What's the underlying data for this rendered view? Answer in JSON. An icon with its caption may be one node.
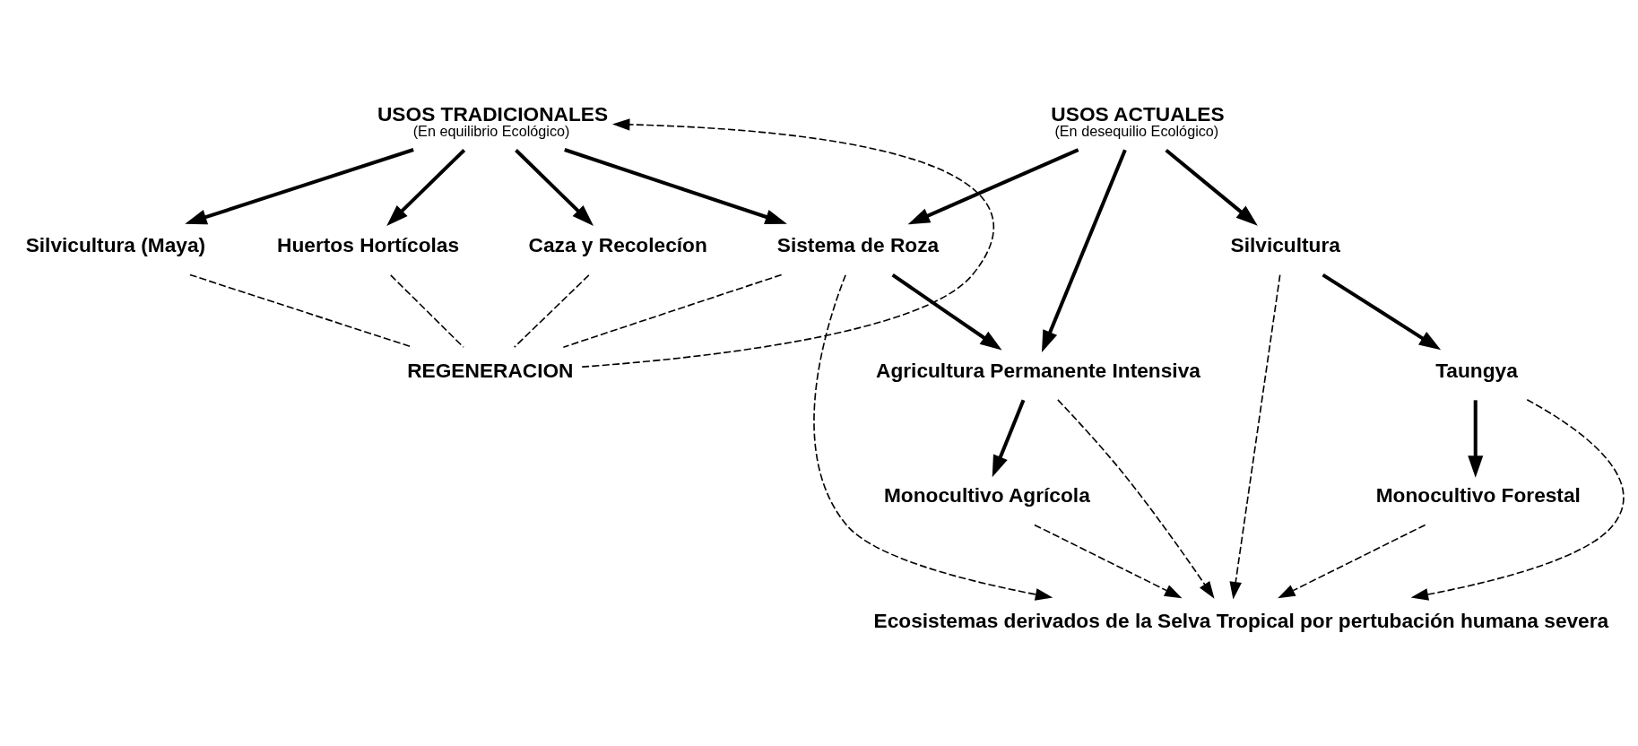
{
  "diagram": {
    "nodes": [
      {
        "text": [
          "USOS TRADICIONALES",
          "(En equilibrio Ecológico)"
        ]
      },
      {
        "text": [
          "USOS ACTUALES",
          "(En desequilio Ecológico)"
        ]
      },
      {
        "text": [
          "Caza y Recolecíon"
        ]
      },
      {
        "text": [
          "Silvicultura (Maya)"
        ]
      },
      {
        "text": [
          "Huertos Hortícolas"
        ]
      },
      {
        "text": [
          "Sistema de Roza"
        ]
      },
      {
        "text": [
          "Agricultura Permanente Intensiva"
        ]
      },
      {
        "text": [
          "Silvicultura"
        ]
      },
      {
        "text": [
          "Taungya"
        ]
      },
      {
        "text": [
          "Monocultivo Agrícola"
        ]
      },
      {
        "text": [
          "Monocultivo Forestal"
        ]
      },
      {
        "text": [
          "Ecosistemas derivados de la Selva Tropical por pertubación humana severa"
        ]
      },
      {
        "text": [
          "REGENERACION"
        ]
      }
    ],
    "edges": [
      {
        "from": 0,
        "to": 2,
        "arrow": "to"
      },
      {
        "from": 0,
        "to": 3,
        "arrow": "to"
      },
      {
        "from": 0,
        "to": 4,
        "arrow": "to"
      },
      {
        "from": 0,
        "to": 5,
        "arrow": "to"
      },
      {
        "from": 1,
        "to": 5,
        "arrow": "to"
      },
      {
        "from": 1,
        "to": 6,
        "arrow": "to"
      },
      {
        "from": 1,
        "to": 7,
        "arrow": "to"
      },
      {
        "from": 5,
        "to": 6,
        "arrow": "to"
      },
      {
        "from": 7,
        "to": 8,
        "arrow": "to"
      },
      {
        "from": 8,
        "to": 10,
        "arrow": "to"
      },
      {
        "from": 6,
        "to": 9,
        "arrow": "to"
      },
      {
        "from": 2,
        "to": 12,
        "arrow": "none",
        "style": "dashed"
      },
      {
        "from": 3,
        "to": 12,
        "arrow": "none",
        "style": "dashed"
      },
      {
        "from": 4,
        "to": 12,
        "arrow": "none",
        "style": "dashed"
      },
      {
        "from": 5,
        "to": 12,
        "arrow": "none",
        "style": "dashed"
      },
      {
        "from": 12,
        "to": 0,
        "arrow": "to",
        "style": "dashed"
      },
      {
        "from": 5,
        "to": 11,
        "arrow": "to",
        "style": "dashed"
      },
      {
        "from": 6,
        "to": 11,
        "arrow": "to",
        "style": "dashed"
      },
      {
        "from": 9,
        "to": 11,
        "arrow": "to",
        "style": "dashed"
      },
      {
        "from": 7,
        "to": 11,
        "arrow": "to",
        "style": "dashed"
      },
      {
        "from": 8,
        "to": 11,
        "arrow": "to",
        "style": "dashed"
      },
      {
        "from": 10,
        "to": 11,
        "arrow": "to",
        "style": "dashed"
      }
    ]
  }
}
